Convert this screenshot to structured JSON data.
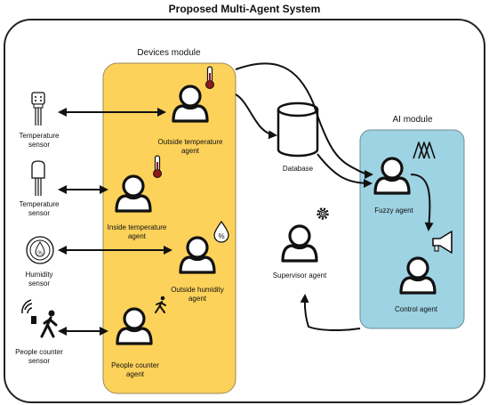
{
  "title": "Proposed Multi-Agent System",
  "colors": {
    "devices_fill": "#fcd25a",
    "devices_stroke": "#9c8a5a",
    "ai_fill": "#9ed3e3",
    "ai_stroke": "#6a8f9a",
    "outline": "#111111",
    "frame": "#222222"
  },
  "modules": {
    "devices": {
      "label": "Devices module"
    },
    "ai": {
      "label": "AI module"
    }
  },
  "sensors": {
    "temperature_1": {
      "line1": "Temperature",
      "line2": "sensor",
      "icon": "temperature-sensor-icon"
    },
    "temperature_2": {
      "line1": "Temperature",
      "line2": "sensor",
      "icon": "temperature-sensor-icon"
    },
    "humidity": {
      "line1": "Humidity",
      "line2": "sensor",
      "icon": "humidity-sensor-icon"
    },
    "people": {
      "line1": "People counter",
      "line2": "sensor",
      "icon": "people-counter-sensor-icon"
    }
  },
  "agents": {
    "outside_temperature": {
      "line1": "Outside temperature",
      "line2": "agent",
      "badge": "thermometer-icon"
    },
    "inside_temperature": {
      "line1": "Inside temperature",
      "line2": "agent",
      "badge": "thermometer-icon"
    },
    "outside_humidity": {
      "line1": "Outside humidity",
      "line2": "agent",
      "badge": "humidity-drop-icon"
    },
    "people_counter": {
      "line1": "People counter",
      "line2": "agent",
      "badge": "running-person-icon"
    },
    "supervisor": {
      "line1": "Supervisor agent",
      "badge": "gear-icon"
    },
    "fuzzy": {
      "line1": "Fuzzy agent",
      "badge": "fuzzy-triangles-icon"
    },
    "control": {
      "line1": "Control agent",
      "badge": "megaphone-icon"
    }
  },
  "database": {
    "label": "Database",
    "icon": "database-icon"
  },
  "humidity_badge_text": "%"
}
